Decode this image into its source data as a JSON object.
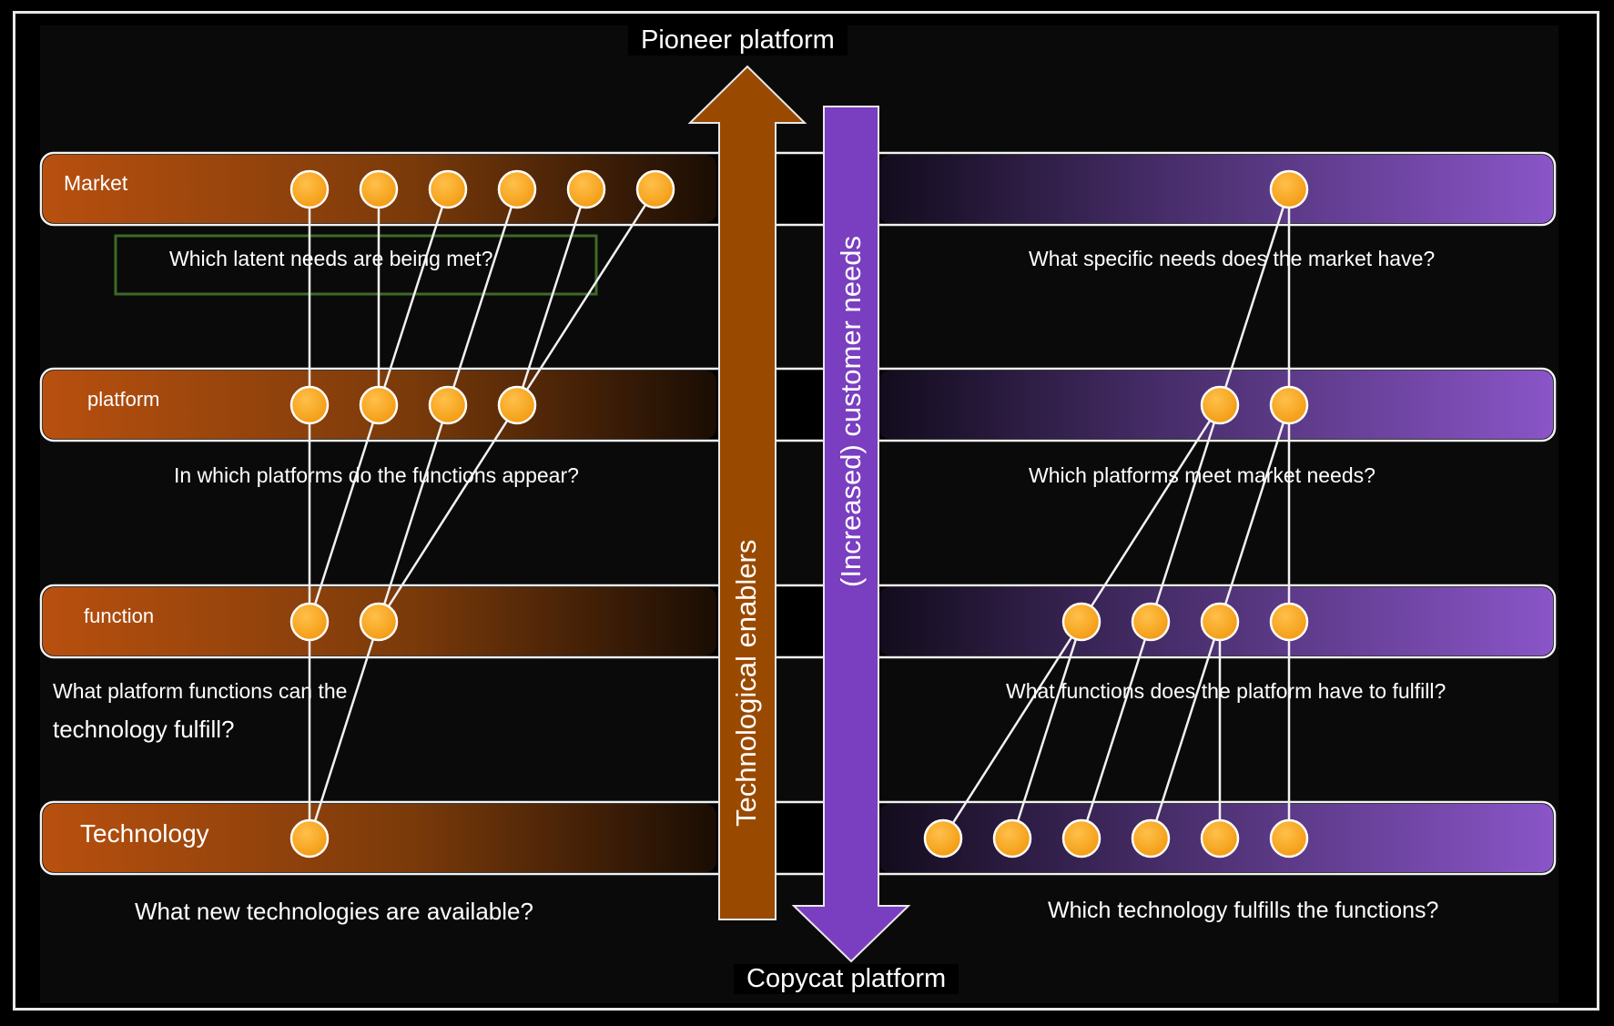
{
  "titles": {
    "top": "Pioneer platform",
    "bottom": "Copycat platform"
  },
  "arrows": {
    "up": {
      "label": "Technological enablers",
      "color": "#9a4a00"
    },
    "down": {
      "label": "(Increased) customer needs",
      "color": "#7a3ec0"
    }
  },
  "lanes": [
    {
      "name": "Market"
    },
    {
      "name": "platform"
    },
    {
      "name": "function"
    },
    {
      "name": "Technology"
    }
  ],
  "left_questions": [
    "Which latent needs are being met?",
    "In which platforms do the functions appear?",
    "What platform functions can the",
    "technology fulfill?",
    "What new technologies are available?"
  ],
  "right_questions": [
    "What specific needs does the market have?",
    "Which platforms meet market needs?",
    "What functions does the platform have to fulfill?",
    "Which technology fulfills the functions?"
  ],
  "colors": {
    "orange_lane": "#b8500f",
    "purple_lane": "#8a55c8",
    "node": "#f7a21a",
    "lane_border": "#f2f2f2",
    "highlight_box": "#3d6a26"
  }
}
